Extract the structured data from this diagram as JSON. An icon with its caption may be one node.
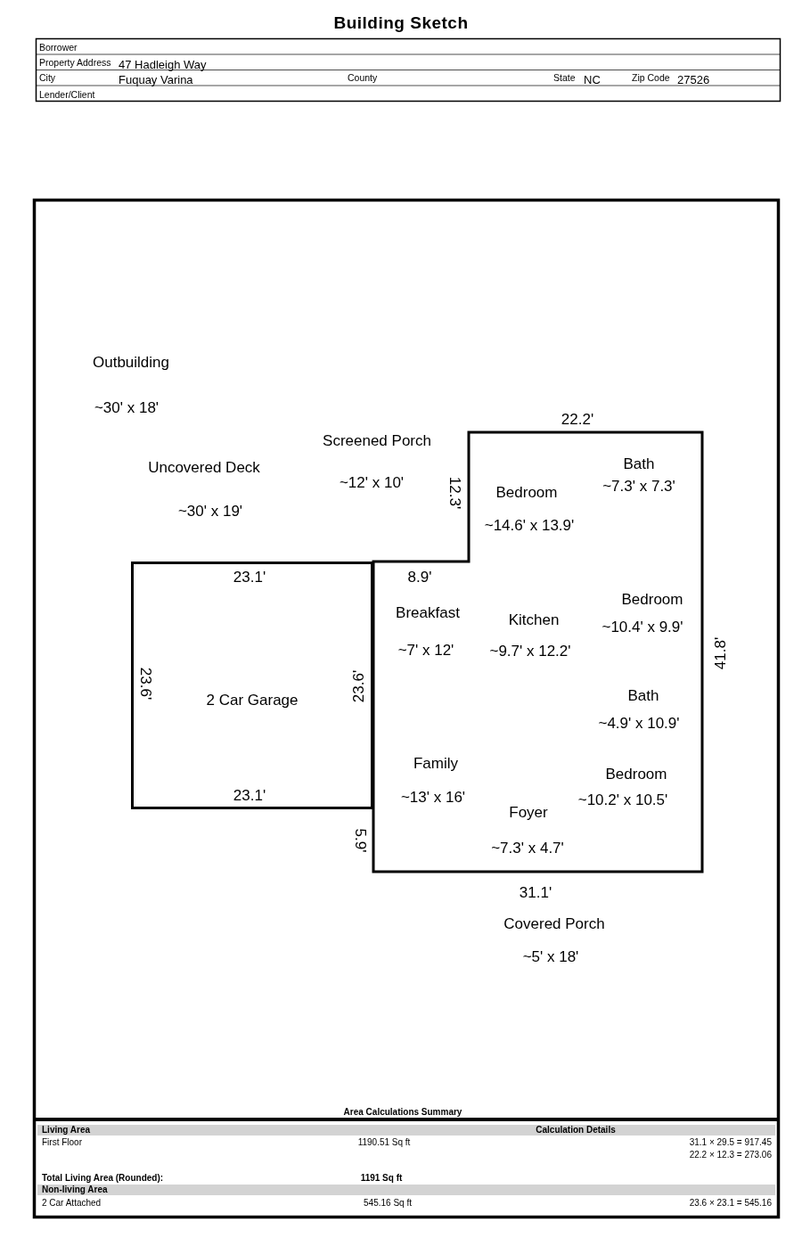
{
  "diagram": {
    "title": "Building Sketch",
    "nodes": [
      {
        "text": [],
        "shape": "box"
      },
      {
        "text": [
          "Bedroom",
          "~14.6' x 13.9'"
        ],
        "in": 0
      },
      {
        "text": [
          "Bath",
          "~7.3' x 7.3'"
        ],
        "in": 0
      },
      {
        "text": [
          "Breakfast",
          "~7' x 12'"
        ],
        "in": 0
      },
      {
        "text": [
          "Kitchen",
          "~9.7' x 12.2'"
        ],
        "in": 0
      },
      {
        "text": [
          "Bedroom",
          "~10.4' x 9.9'"
        ],
        "in": 0
      },
      {
        "text": [
          "Bath",
          "~4.9' x 10.9'"
        ],
        "in": 0
      },
      {
        "text": [
          "Family",
          "~13' x 16'"
        ],
        "in": 0
      },
      {
        "text": [
          "Bedroom",
          "~10.2' x 10.5'"
        ],
        "in": 0
      },
      {
        "text": [
          "Foyer",
          "~7.3' x 4.7'"
        ],
        "in": 0
      },
      {
        "text": [
          "2 Car Garage"
        ]
      }
    ],
    "edges": [],
    "labels": [
      "Borrower",
      "Property Address",
      "47 Hadleigh Way",
      "City",
      "Fuquay Varina",
      "County",
      "State",
      "NC",
      "Zip Code",
      "27526",
      "Lender/Client",
      "Outbuilding",
      "~30' x 18'",
      "Screened Porch",
      "22.2'",
      "Uncovered Deck",
      "~12' x 10'",
      "12.3'",
      "~30' x 19'",
      "23.1'",
      "8.9'",
      "41.8'",
      "23.6'",
      "23.6'",
      "23.1'",
      "5.9'",
      "31.1'",
      "Covered Porch",
      "~5' x 18'",
      "Area Calculations Summary",
      "Living Area",
      "Calculation Details",
      "First Floor",
      "1190.51 Sq ft",
      "31.1 × 29.5 = 917.45",
      "22.2 × 12.3 = 273.06",
      "Total Living Area (Rounded):",
      "1191 Sq ft",
      "Non-living Area",
      "2 Car Attached",
      "545.16 Sq ft",
      "23.6 × 23.1 = 545.16"
    ]
  }
}
